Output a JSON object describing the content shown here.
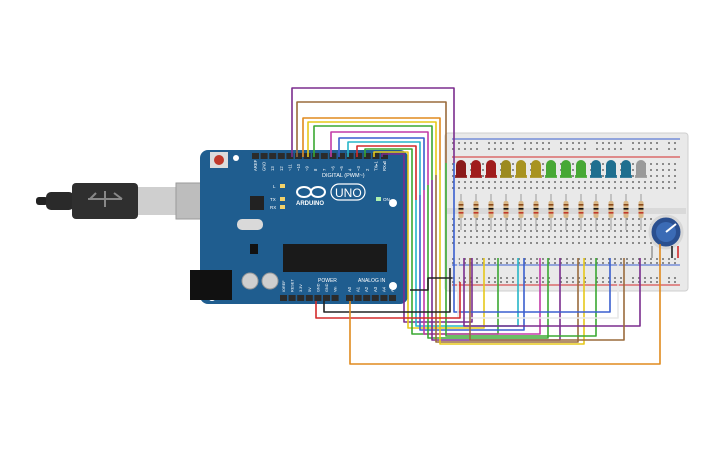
{
  "arduino": {
    "digital_label": "DIGITAL (PWM~)",
    "brand_label": "ARDUINO",
    "model_label": "UNO",
    "power_label": "POWER",
    "analog_label": "ANALOG IN",
    "on_label": "ON",
    "led_l_label": "L",
    "tx_label": "TX",
    "rx_label": "RX",
    "top_pin_labels": [
      "AREF",
      "GND",
      "13",
      "12",
      "~11",
      "~10",
      "~9",
      "8",
      "7",
      "~6",
      "~5",
      "4",
      "~3",
      "2",
      "TX▸1",
      "RX◂0"
    ],
    "power_pin_labels": [
      "IOREF",
      "RESET",
      "3.3V",
      "5V",
      "GND",
      "GND",
      "Vin"
    ],
    "analog_pin_labels": [
      "A0",
      "A1",
      "A2",
      "A3",
      "A4",
      "A5"
    ]
  },
  "leds": {
    "colors": [
      "#8b1a1a",
      "#a01c1c",
      "#a01c1c",
      "#9c8a1f",
      "#a89320",
      "#a89320",
      "#47a834",
      "#47a834",
      "#47a834",
      "#1f6f8f",
      "#1f6f8f",
      "#1f6f8f",
      "#9a9a9a"
    ]
  },
  "wire_colors": {
    "purple": "#7b2d8e",
    "brown": "#9a6b3c",
    "green": "#3aa832",
    "orange": "#e08a1e",
    "yellow": "#e6c81a",
    "cyan": "#26b6c8",
    "red": "#d42a2a",
    "black": "#222222",
    "magenta": "#c23aa8",
    "blue": "#3a5fcf",
    "gray": "#9a9a9a",
    "white": "#e8e8e8"
  },
  "board_color": "#1f5d8f",
  "breadboard_color": "#e9e9e9"
}
